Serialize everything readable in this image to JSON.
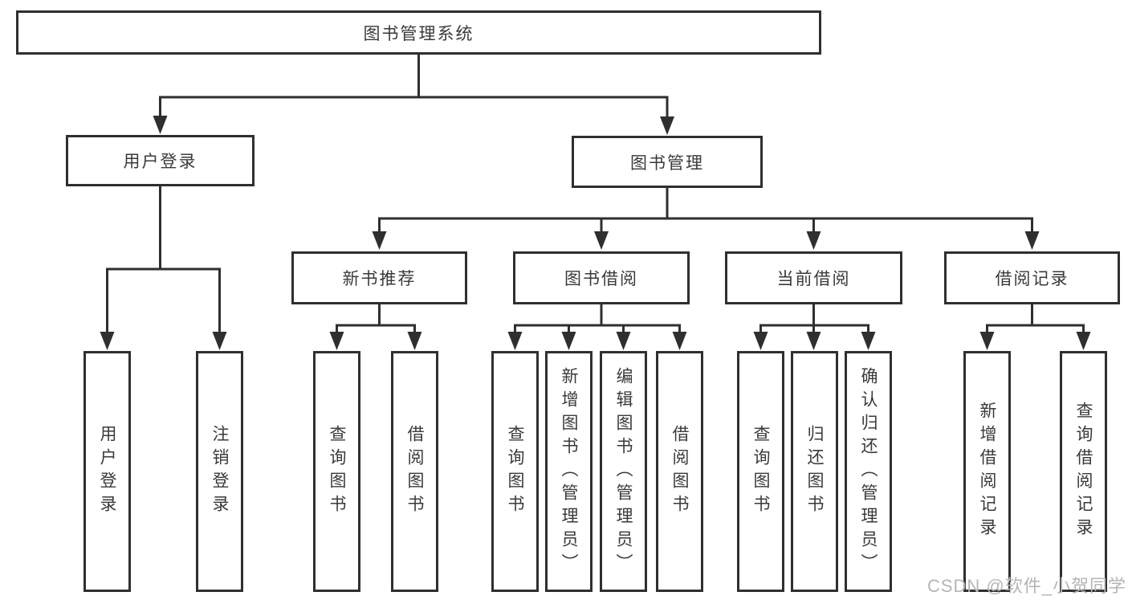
{
  "diagram": {
    "title": "图书管理系统",
    "branches": [
      {
        "label": "用户登录",
        "children": [
          {
            "label": "用户登录"
          },
          {
            "label": "注销登录"
          }
        ]
      },
      {
        "label": "图书管理",
        "children": [
          {
            "label": "新书推荐",
            "children": [
              {
                "label": "查询图书"
              },
              {
                "label": "借阅图书"
              }
            ]
          },
          {
            "label": "图书借阅",
            "children": [
              {
                "label": "查询图书"
              },
              {
                "label": "新增图书（管理员）"
              },
              {
                "label": "编辑图书（管理员）"
              },
              {
                "label": "借阅图书"
              }
            ]
          },
          {
            "label": "当前借阅",
            "children": [
              {
                "label": "查询图书"
              },
              {
                "label": "归还图书"
              },
              {
                "label": "确认归还（管理员）"
              }
            ]
          },
          {
            "label": "借阅记录",
            "children": [
              {
                "label": "新增借阅记录"
              },
              {
                "label": "查询借阅记录"
              }
            ]
          }
        ]
      }
    ]
  },
  "watermark": {
    "text": "CSDN @软件_小贺同学"
  },
  "colors": {
    "line": "#2f2f2f",
    "text": "#3a3a3a",
    "watermark": "#b5b5b5",
    "background": "#ffffff"
  }
}
